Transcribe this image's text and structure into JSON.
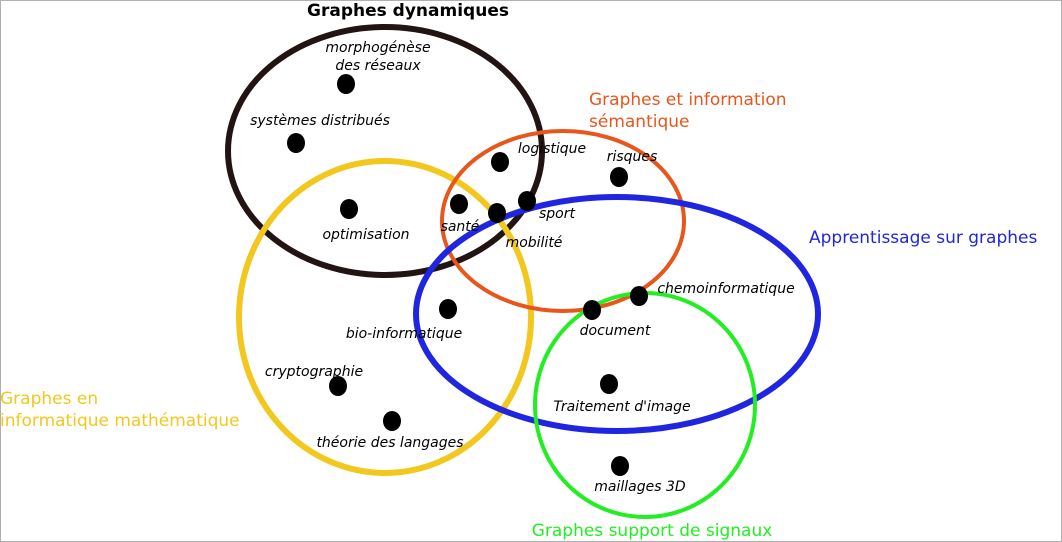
{
  "sets": [
    {
      "id": "dynamic",
      "title_lines": [
        "Graphes dynamiques"
      ],
      "color": "#231414"
    },
    {
      "id": "math",
      "title_lines": [
        "Graphes en",
        "informatique mathématique"
      ],
      "color": "#f2c81e"
    },
    {
      "id": "semantic",
      "title_lines": [
        "Graphes et information",
        "sémantique"
      ],
      "color": "#e8561c"
    },
    {
      "id": "learning",
      "title_lines": [
        "Apprentissage sur graphes"
      ],
      "color": "#2026e0"
    },
    {
      "id": "signals",
      "title_lines": [
        "Graphes support de signaux"
      ],
      "color": "#22ee22"
    }
  ],
  "topics": [
    {
      "id": "morphogenese",
      "label_lines": [
        "morphogénèse",
        "des réseaux"
      ]
    },
    {
      "id": "systemes",
      "label_lines": [
        "systèmes distribués"
      ]
    },
    {
      "id": "optimisation",
      "label_lines": [
        "optimisation"
      ]
    },
    {
      "id": "logistique",
      "label_lines": [
        "logistique"
      ]
    },
    {
      "id": "risques",
      "label_lines": [
        "risques"
      ]
    },
    {
      "id": "sante",
      "label_lines": [
        "santé"
      ]
    },
    {
      "id": "sport",
      "label_lines": [
        "sport"
      ]
    },
    {
      "id": "mobilite",
      "label_lines": [
        "mobilité"
      ]
    },
    {
      "id": "bio",
      "label_lines": [
        "bio-informatique"
      ]
    },
    {
      "id": "chemo",
      "label_lines": [
        "chemoinformatique"
      ]
    },
    {
      "id": "document",
      "label_lines": [
        "document"
      ]
    },
    {
      "id": "crypto",
      "label_lines": [
        "cryptographie"
      ]
    },
    {
      "id": "theorie",
      "label_lines": [
        "théorie des langages"
      ]
    },
    {
      "id": "image",
      "label_lines": [
        "Traitement d'image"
      ]
    },
    {
      "id": "maillages",
      "label_lines": [
        "maillages 3D"
      ]
    }
  ]
}
